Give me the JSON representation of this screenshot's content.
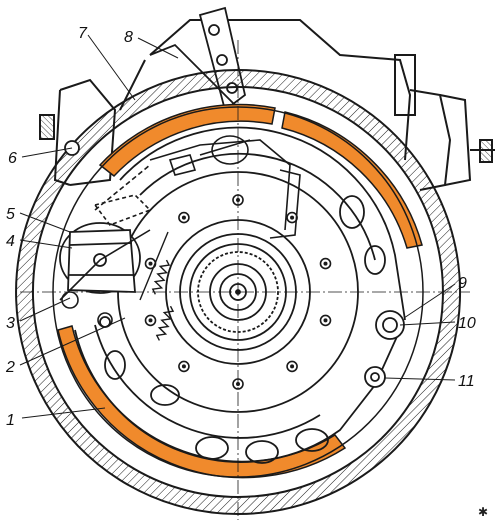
{
  "colors": {
    "ink": "#1a1a1a",
    "lining": "#f08a2c",
    "background": "#ffffff"
  },
  "callouts": [
    {
      "label": "1"
    },
    {
      "label": "2"
    },
    {
      "label": "3"
    },
    {
      "label": "4"
    },
    {
      "label": "5"
    },
    {
      "label": "6"
    },
    {
      "label": "7"
    },
    {
      "label": "8"
    },
    {
      "label": "9"
    },
    {
      "label": "10"
    },
    {
      "label": "11"
    }
  ],
  "corner_mark": "✱"
}
